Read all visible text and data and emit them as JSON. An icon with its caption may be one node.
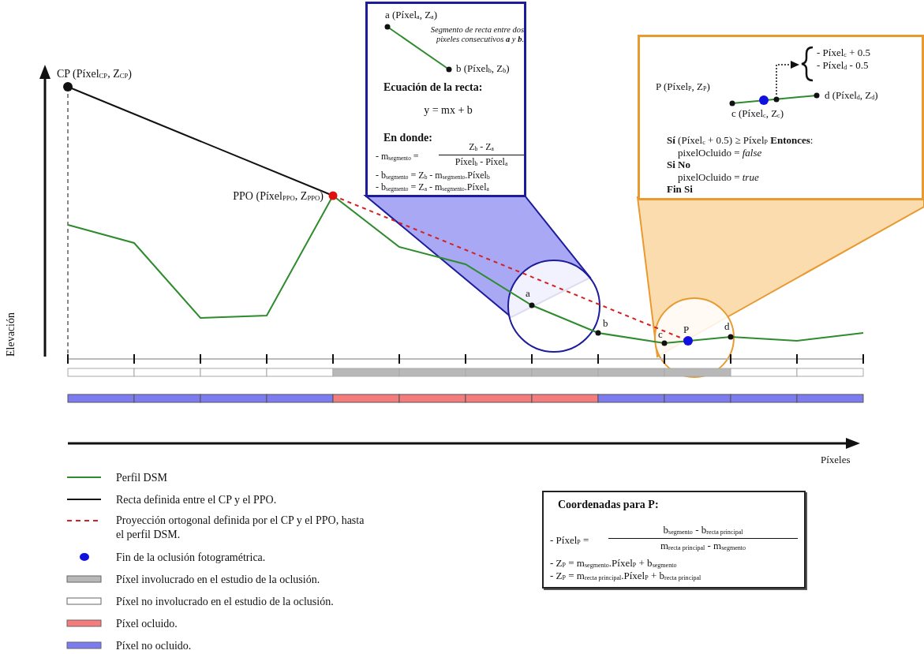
{
  "diagram": {
    "nodes": [
      {
        "text": [
          "a (Píxel$_{a}$, Z$_{a}$)",
          "Segmento de recta entre dos pixeles consecutivos **a** y **b**.",
          "b (Píxel$_{b}$, Z$_{b}$)",
          "Ecuación de la recta:",
          "y = mx + b",
          "En donde:",
          "- m$_{segmento}$ =",
          "Z$_{b}$ - Z$_{a}$",
          "Píxel$_{b}$ - Píxel$_{a}$",
          "- b$_{segmento}$ = Z$_{b}$ - m$_{segmento}$.Píxel$_{b}$",
          "- b$_{segmento}$ = Z$_{a}$ - m$_{segmento}$.Píxel$_{a}$"
        ]
      },
      {
        "text": [
          "- Píxel$_{c}$ + 0.5",
          "- Píxel$_{d}$ - 0.5",
          "P (Píxel$_{P}$, Z$_{P}$)",
          "d (Píxel$_{d}$, Z$_{d}$)",
          "c (Píxel$_{c}$, Z$_{c}$)",
          "**Sí** (Píxel$_{c}$ + 0.5) ≥ Píxel$_{P}$ **Entonces**:",
          "pixelOcluido = *false*",
          "Si No",
          "pixelOcluido = *true*",
          "Fin Si"
        ]
      },
      {
        "text": [
          "Coordenadas para P:",
          "- Píxel$_{P}$ =",
          "b$_{segmento}$ - b$_{recta principal}$",
          "m$_{recta principal}$ - m$_{segmento}$",
          "- Z$_{P}$ = m$_{segmento}$.Píxel$_{P}$ + b$_{segmento}$",
          "- Z$_{P}$ = m$_{recta principal}$.Píxel$_{P}$ + b$_{recta principal}$"
        ]
      }
    ],
    "labels": [
      "CP (Píxel$_{CP}$, Z$_{CP}$)",
      "PPO (Píxel$_{PPO}$, Z$_{PPO}$)",
      "a",
      "b",
      "c",
      "P",
      "d",
      "Elevación",
      "Píxeles"
    ],
    "legend": [
      {
        "text": "Perfil DSM"
      },
      {
        "text": "Recta definida entre el CP y el PPO."
      },
      {
        "text": "Proyección ortogonal definida por el CP y el PPO, hasta el perfil DSM."
      },
      {
        "text": "Fin de la oclusión fotogramétrica."
      },
      {
        "text": "Píxel involucrado en el estudio de la oclusión.",
        "color": "#b8b8b8"
      },
      {
        "text": "Píxel no involucrado en el estudio de la oclusión.",
        "color": "#ffffff"
      },
      {
        "text": "Píxel ocluido.",
        "color": "#f47c7c"
      },
      {
        "text": "Píxel no ocluido.",
        "color": "#7c7cf0"
      }
    ]
  }
}
